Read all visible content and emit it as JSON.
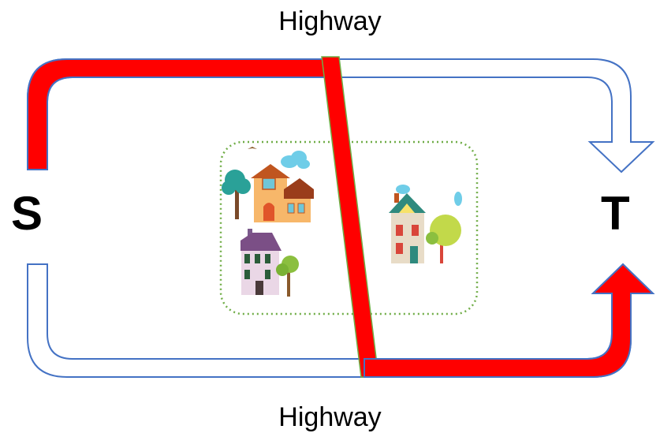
{
  "labels": {
    "top_road": "Highway",
    "bottom_road": "Highway",
    "source": "S",
    "target": "T"
  },
  "colors": {
    "route_highlight": "#ff0000",
    "road_outline": "#4472c4",
    "town_border": "#70ad47",
    "background": "#ffffff"
  },
  "icons": [
    "house-icon",
    "tree-icon",
    "cloud-icon",
    "bird-icon"
  ]
}
